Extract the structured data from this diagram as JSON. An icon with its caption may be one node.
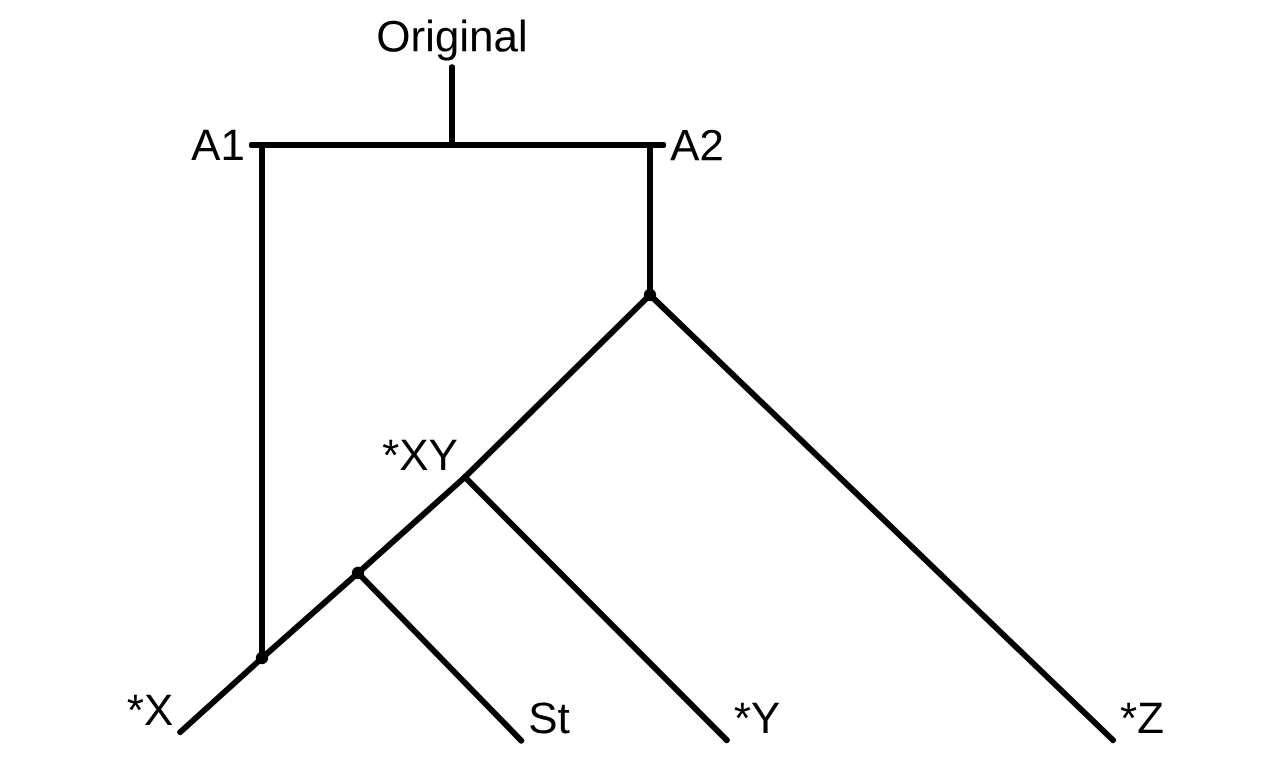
{
  "diagram": {
    "nodes": [
      {
        "text": [
          "Original"
        ]
      },
      {
        "text": [
          "A1"
        ]
      },
      {
        "text": [
          "A2"
        ]
      },
      {
        "text": [],
        "shape": "point"
      },
      {
        "text": [
          "*XY"
        ]
      },
      {
        "text": [],
        "shape": "point"
      },
      {
        "text": [],
        "shape": "point"
      },
      {
        "text": [
          "*X"
        ]
      },
      {
        "text": [
          "St"
        ]
      },
      {
        "text": [
          "*Y"
        ]
      },
      {
        "text": [
          "*Z"
        ]
      }
    ],
    "edges": [
      {
        "from": 0,
        "to": 1,
        "arrow": "none"
      },
      {
        "from": 0,
        "to": 2,
        "arrow": "none"
      },
      {
        "from": 1,
        "to": 6,
        "arrow": "none"
      },
      {
        "from": 2,
        "to": 3,
        "arrow": "none"
      },
      {
        "from": 3,
        "to": 4,
        "arrow": "none"
      },
      {
        "from": 3,
        "to": 10,
        "arrow": "none"
      },
      {
        "from": 4,
        "to": 5,
        "arrow": "none"
      },
      {
        "from": 4,
        "to": 9,
        "arrow": "none"
      },
      {
        "from": 5,
        "to": 8,
        "arrow": "none"
      },
      {
        "from": 5,
        "to": 6,
        "arrow": "none"
      },
      {
        "from": 6,
        "to": 7,
        "arrow": "none"
      }
    ]
  }
}
